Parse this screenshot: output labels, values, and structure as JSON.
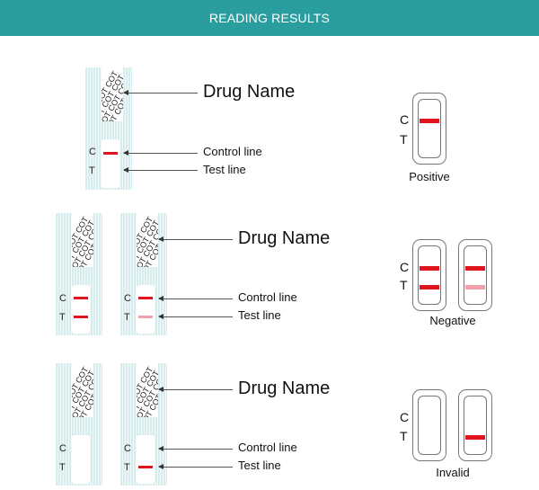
{
  "header": {
    "title": "READING RESULTS"
  },
  "strip_text": "COT COT COT COT COT COT COT COT COT COT COT COT",
  "labels": {
    "c": "C",
    "t": "T",
    "drug_name": "Drug Name",
    "control_line": "Control line",
    "test_line": "Test line"
  },
  "results": {
    "positive": "Positive",
    "negative": "Negative",
    "invalid": "Invalid"
  },
  "colors": {
    "header": "#2a9d9f",
    "line": "#e0141e",
    "faint_line": "#f0a0a8"
  }
}
